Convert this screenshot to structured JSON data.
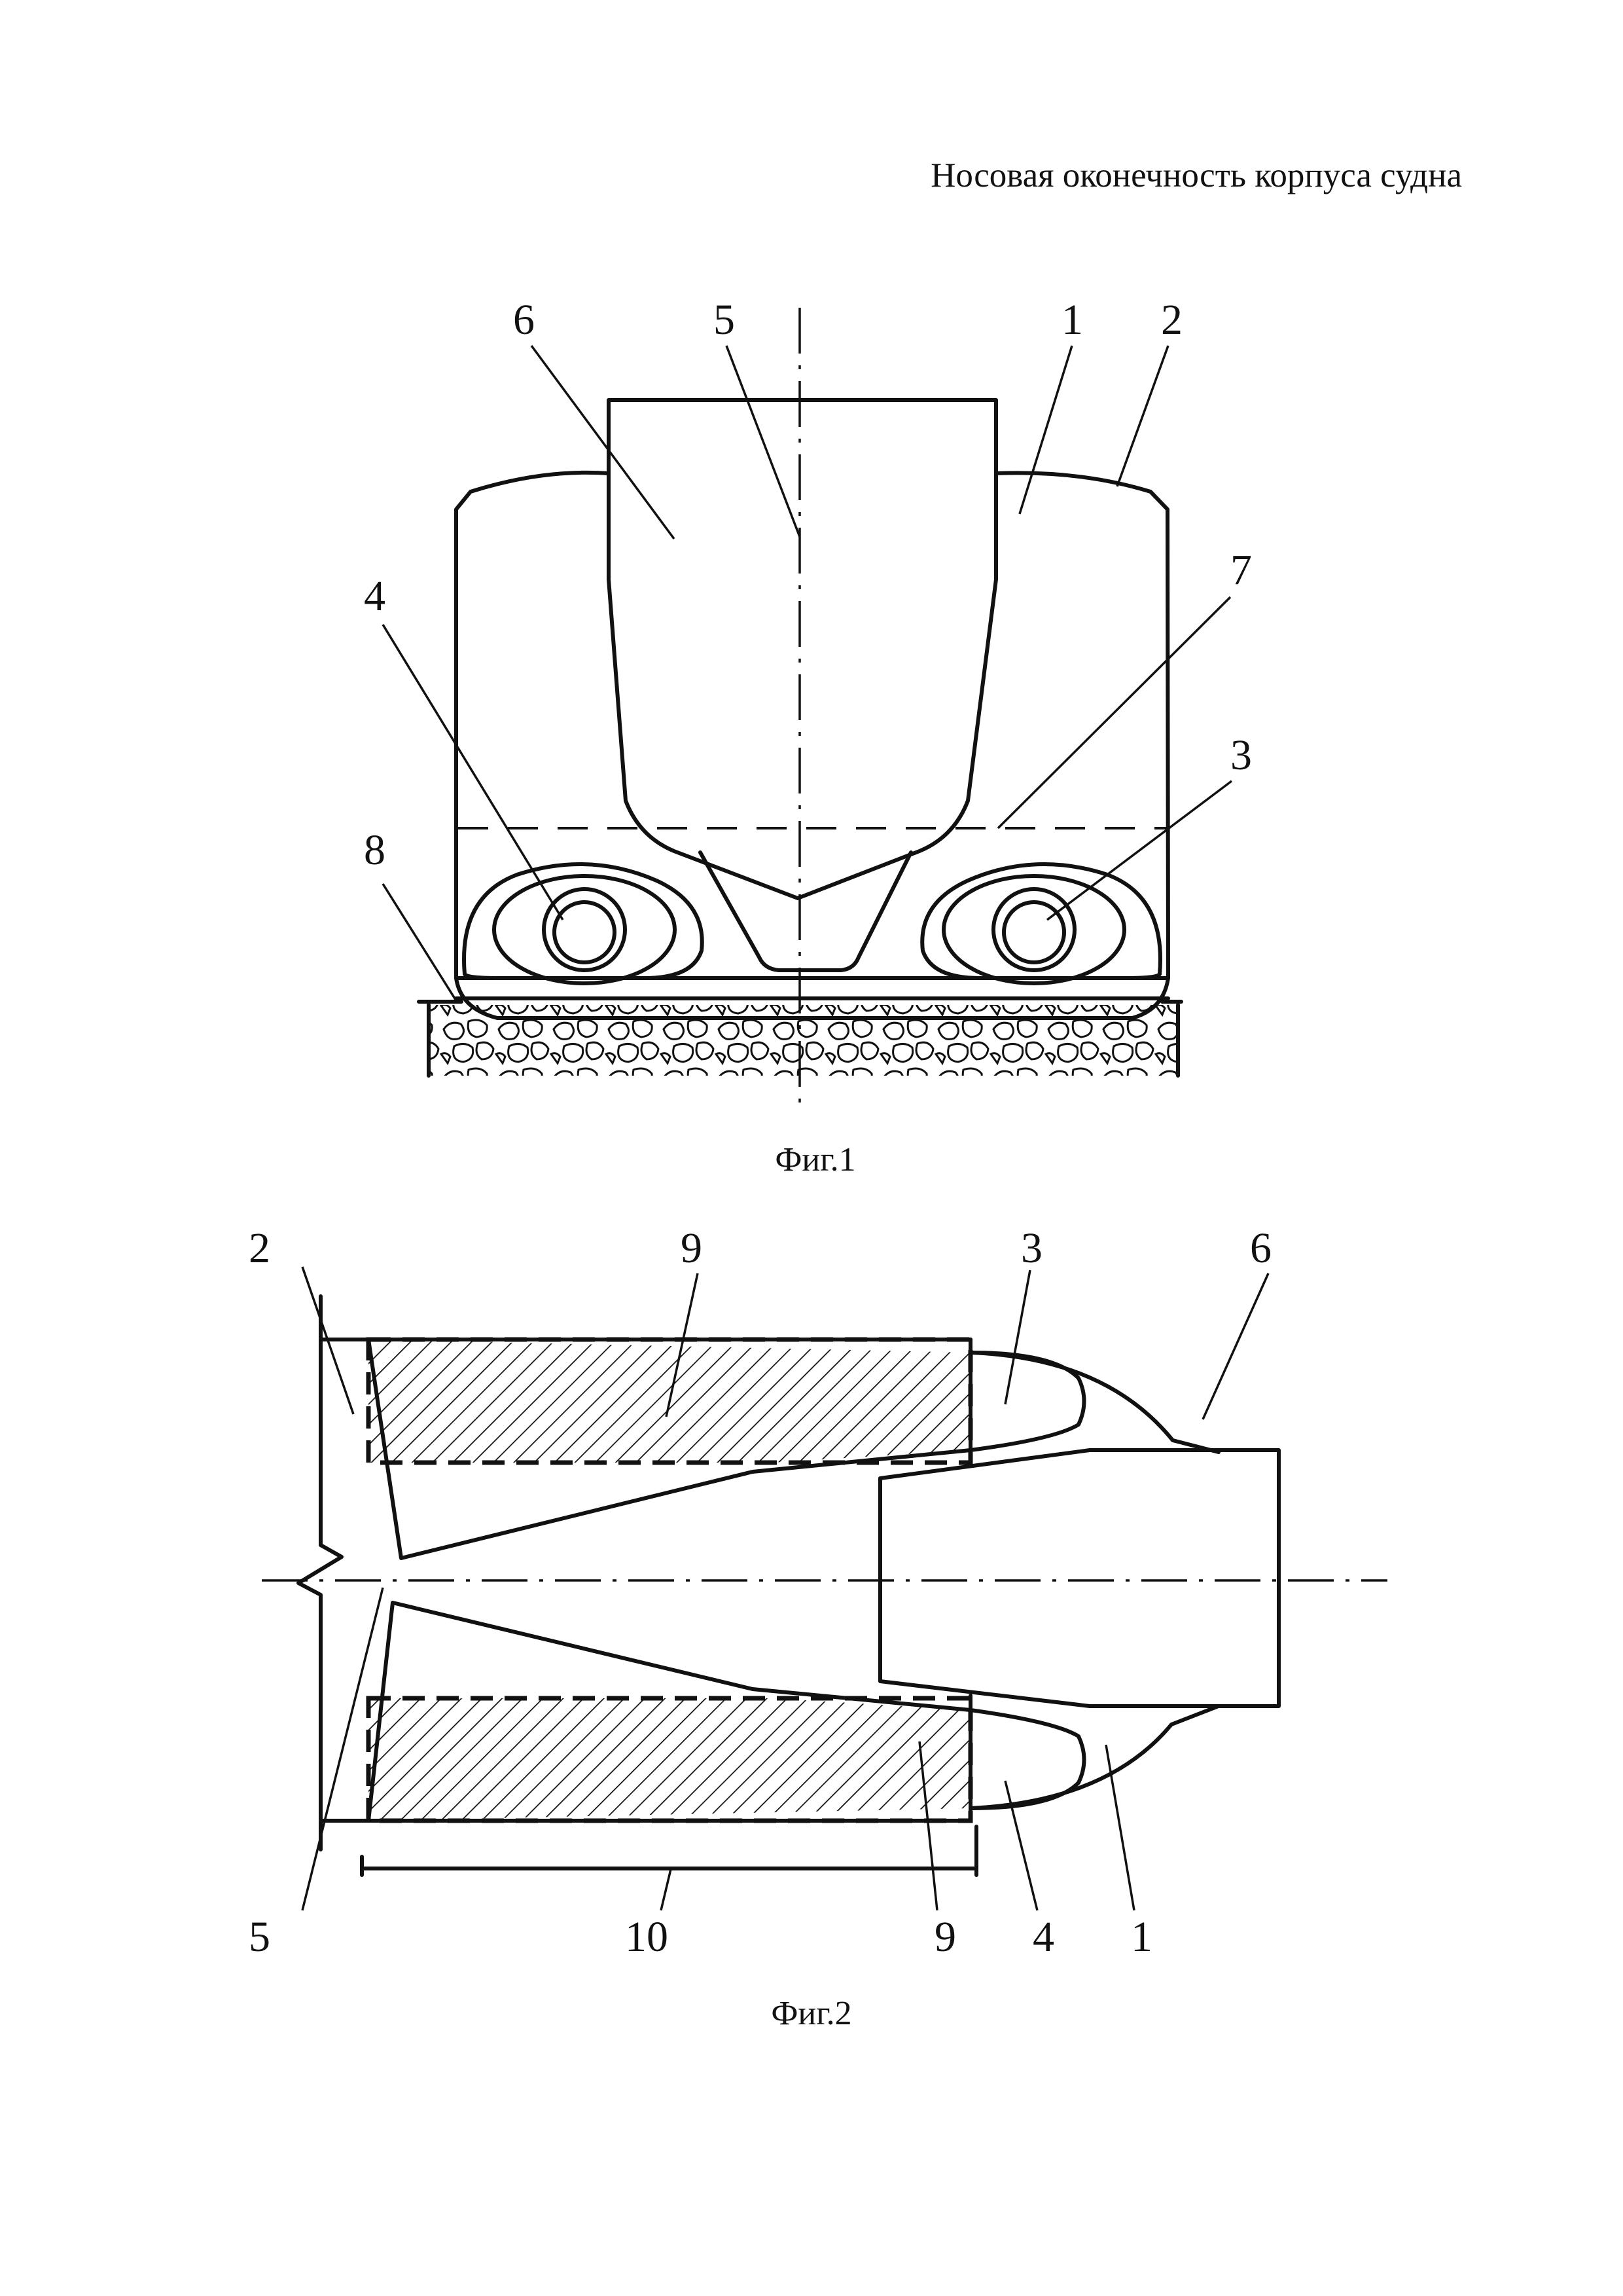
{
  "title": "Носовая оконечность корпуса судна",
  "figures": [
    {
      "caption": "Фиг.1",
      "labels": {
        "l6": "6",
        "l5": "5",
        "l1": "1",
        "l2": "2",
        "l4": "4",
        "l7": "7",
        "l3": "3",
        "l8": "8"
      }
    },
    {
      "caption": "Фиг.2",
      "labels": {
        "l2": "2",
        "l9a": "9",
        "l3": "3",
        "l6": "6",
        "l5": "5",
        "l10": "10",
        "l9b": "9",
        "l4": "4",
        "l1": "1"
      }
    }
  ]
}
